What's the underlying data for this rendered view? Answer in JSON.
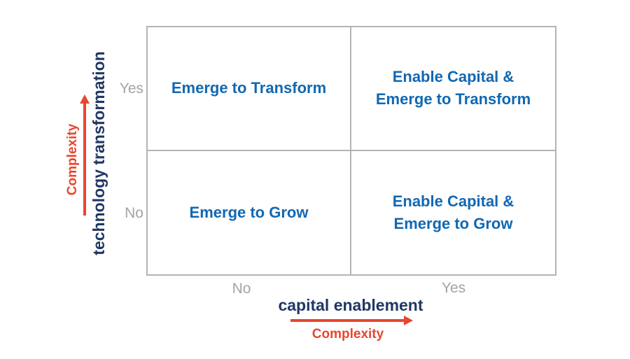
{
  "quadrants": {
    "top_left": {
      "lines": [
        "Emerge to Transform"
      ]
    },
    "top_right": {
      "lines": [
        "Enable Capital &",
        "Emerge to Transform"
      ]
    },
    "bottom_left": {
      "lines": [
        "Emerge to Grow"
      ]
    },
    "bottom_right": {
      "lines": [
        "Enable Capital &",
        "Emerge to Grow"
      ]
    }
  },
  "y_axis": {
    "title": "technology transformation",
    "arrow_label": "Complexity",
    "tick_top": "Yes",
    "tick_bottom": "No"
  },
  "x_axis": {
    "title": "capital enablement",
    "arrow_label": "Complexity",
    "tick_left": "No",
    "tick_right": "Yes"
  },
  "colors": {
    "quadrant_text": "#1168b2",
    "axis_title": "#203764",
    "arrow": "#e8462f",
    "tick": "#a3a4a6",
    "grid_line": "#b2b4b6"
  }
}
